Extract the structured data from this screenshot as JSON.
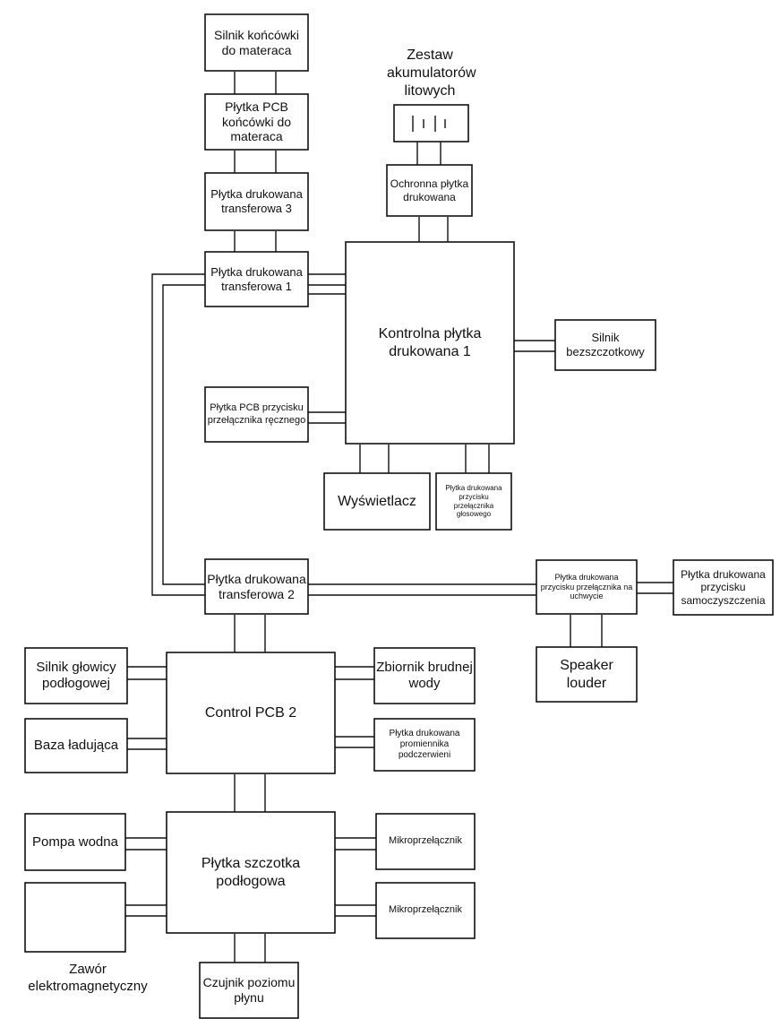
{
  "blocks": {
    "silnik_koncowki": "Silnik końcówki do materaca",
    "pcb_koncowki": "Płytka PCB końcówki do materaca",
    "transferowa_3": "Płytka drukowana transferowa 3",
    "transferowa_1": "Płytka drukowana transferowa 1",
    "ochronna": "Ochronna płytka drukowana",
    "kontrolna_1": "Kontrolna płytka drukowana 1",
    "silnik_bezszczotkowy": "Silnik bezszczotkowy",
    "przycisk_reczny": "Płytka PCB przycisku przełącznika ręcznego",
    "wyswietlacz": "Wyświetlacz",
    "przycisk_glosowy": "Płytka drukowana przycisku przełącznika głosowego",
    "transferowa_2": "Płytka drukowana transferowa 2",
    "przycisk_uchwyt": "Płytka drukowana przycisku przełącznika na uchwycie",
    "samoczyszczenie": "Płytka drukowana przycisku samoczyszczenia",
    "speaker": "Speaker louder",
    "silnik_glowicy": "Silnik głowicy podłogowej",
    "control_pcb_2": "Control PCB 2",
    "zbiornik": "Zbiornik brudnej wody",
    "baza": "Baza ładująca",
    "podczerwien": "Płytka drukowana promiennika podczerwieni",
    "pompa": "Pompa wodna",
    "szczotka": "Płytka szczotka podłogowa",
    "mikro_1": "Mikroprzełącznik",
    "mikro_2": "Mikroprzełącznik",
    "zawor_box": "",
    "czujnik": "Czujnik poziomu płynu"
  },
  "labels": {
    "zestaw": "Zestaw akumulatorów litowych",
    "zawor": "Zawór elektromagnetyczny"
  },
  "icons": {
    "battery": "battery-cells-icon"
  }
}
